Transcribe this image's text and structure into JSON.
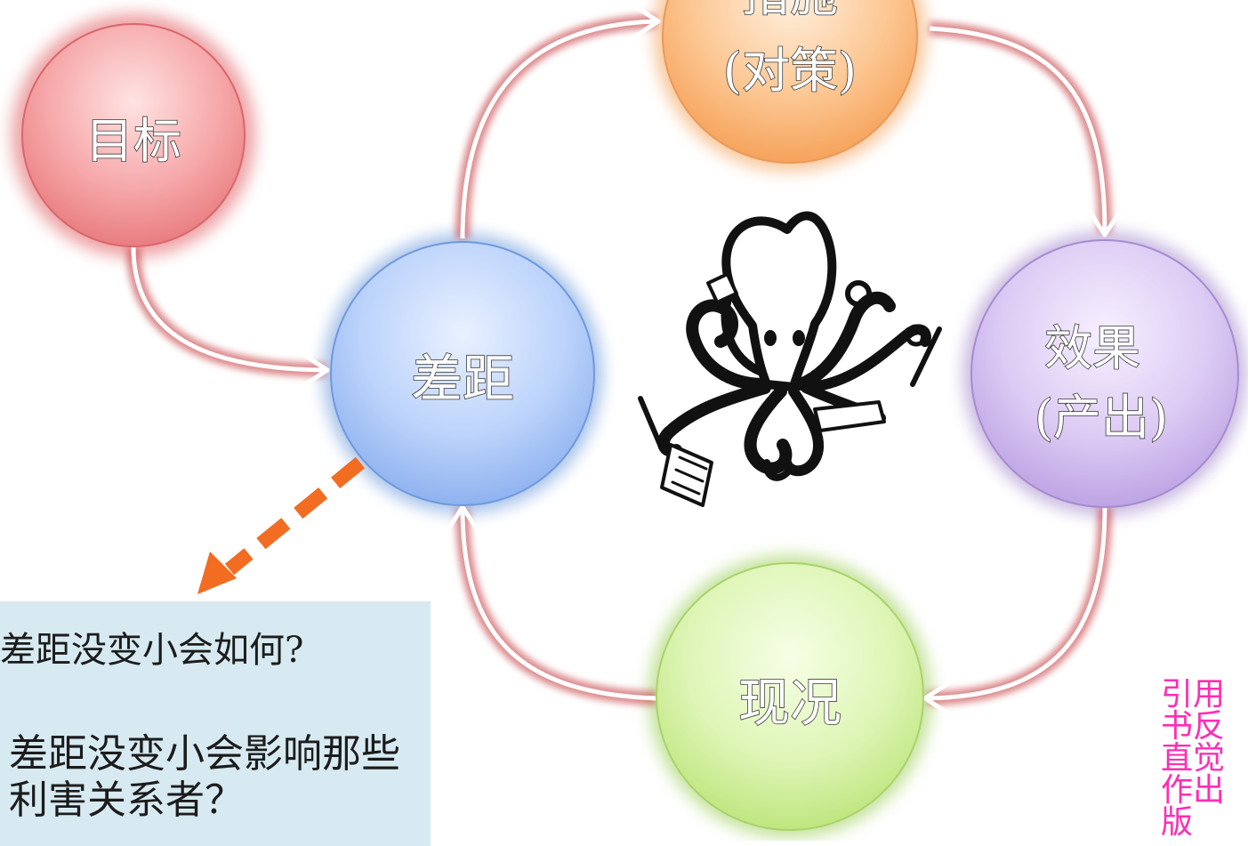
{
  "nodes": {
    "goal": {
      "label": "目标",
      "color": "#e0565b"
    },
    "gap": {
      "label": "差距",
      "color": "#5b8fd9"
    },
    "measures": {
      "line1": "措施",
      "line2": "(对策)",
      "color": "#f39a4c"
    },
    "effect": {
      "line1": "效果",
      "line2": "(产出)",
      "color": "#9a7cc7"
    },
    "status": {
      "label": "现况",
      "color": "#9bcf55"
    }
  },
  "connector_color": "#c9484d",
  "callout_color": "#f26c21",
  "mascot": "octopus-illustration",
  "questions": {
    "q1": "差距没变小会如何?",
    "q2": "差距没变小会影响那些利害关系者？"
  },
  "citation": "引用书反直觉作出版"
}
